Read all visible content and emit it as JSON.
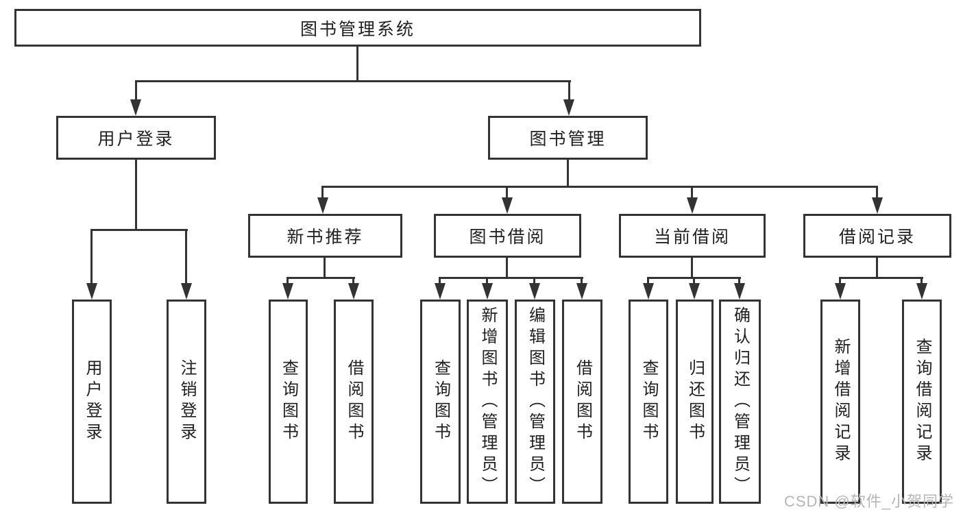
{
  "tree": {
    "root": {
      "label": "图书管理系统",
      "children": [
        {
          "label": "用户登录",
          "children": [
            {
              "label": "用户登录"
            },
            {
              "label": "注销登录"
            }
          ]
        },
        {
          "label": "图书管理",
          "children": [
            {
              "label": "新书推荐",
              "children": [
                {
                  "label": "查询图书"
                },
                {
                  "label": "借阅图书"
                }
              ]
            },
            {
              "label": "图书借阅",
              "children": [
                {
                  "label": "查询图书"
                },
                {
                  "label": "新增图书（管理员）"
                },
                {
                  "label": "编辑图书（管理员）"
                },
                {
                  "label": "借阅图书"
                }
              ]
            },
            {
              "label": "当前借阅",
              "children": [
                {
                  "label": "查询图书"
                },
                {
                  "label": "归还图书"
                },
                {
                  "label": "确认归还（管理员）"
                }
              ]
            },
            {
              "label": "借阅记录",
              "children": [
                {
                  "label": "新增借阅记录"
                },
                {
                  "label": "查询借阅记录"
                }
              ]
            }
          ]
        }
      ]
    }
  },
  "watermark": {
    "text": "CSDN @软件_小贺同学"
  },
  "colors": {
    "line": "#333333",
    "text": "#1f1f1f",
    "watermark_color": "#b5b5b5",
    "background": "#ffffff"
  }
}
